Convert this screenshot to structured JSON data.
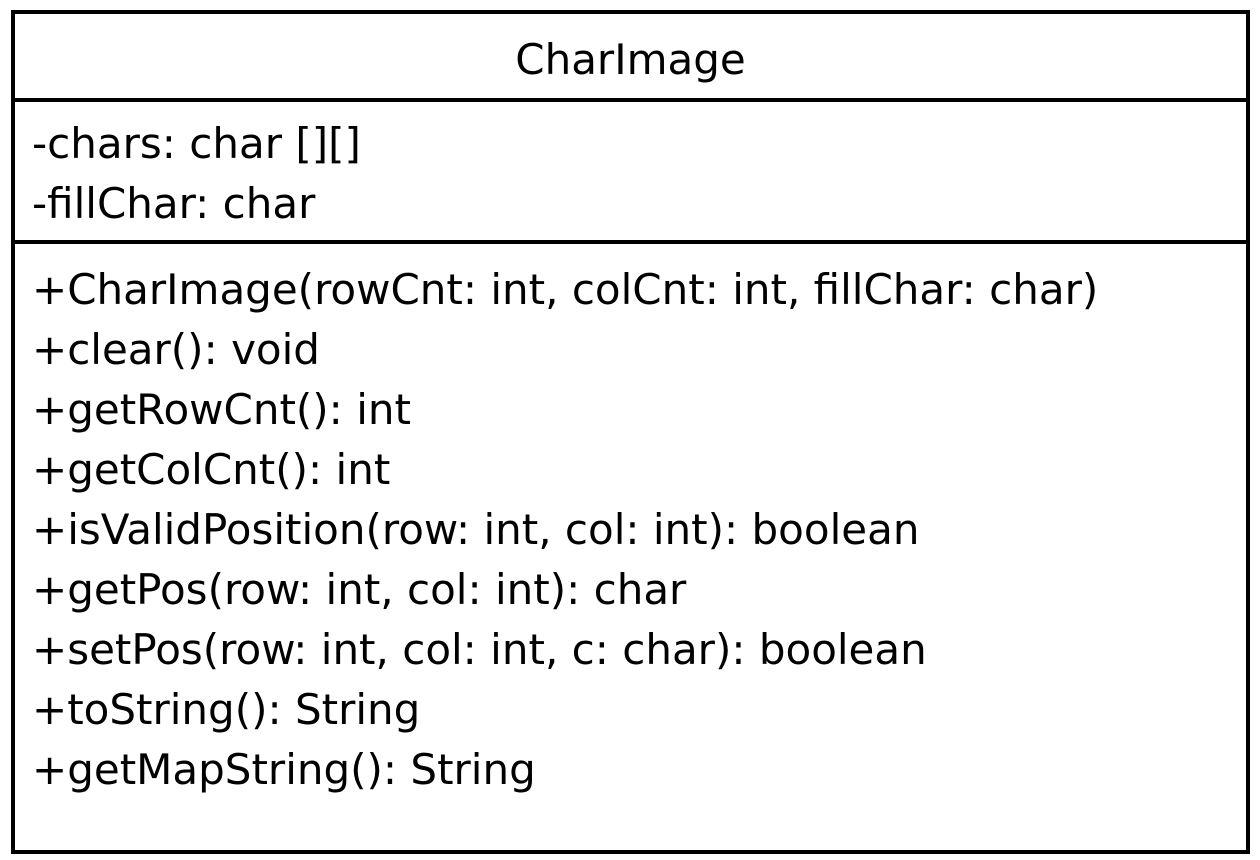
{
  "class_name": "CharImage",
  "attributes": [
    "-chars: char [][]",
    "-fillChar: char"
  ],
  "operations": [
    "+CharImage(rowCnt: int, colCnt: int, fillChar: char)",
    "+clear(): void",
    "+getRowCnt(): int",
    "+getColCnt(): int",
    "+isValidPosition(row: int, col: int): boolean",
    "+getPos(row: int, col: int): char",
    "+setPos(row: int, col: int, c: char): boolean",
    "+toString(): String",
    "+getMapString(): String"
  ]
}
